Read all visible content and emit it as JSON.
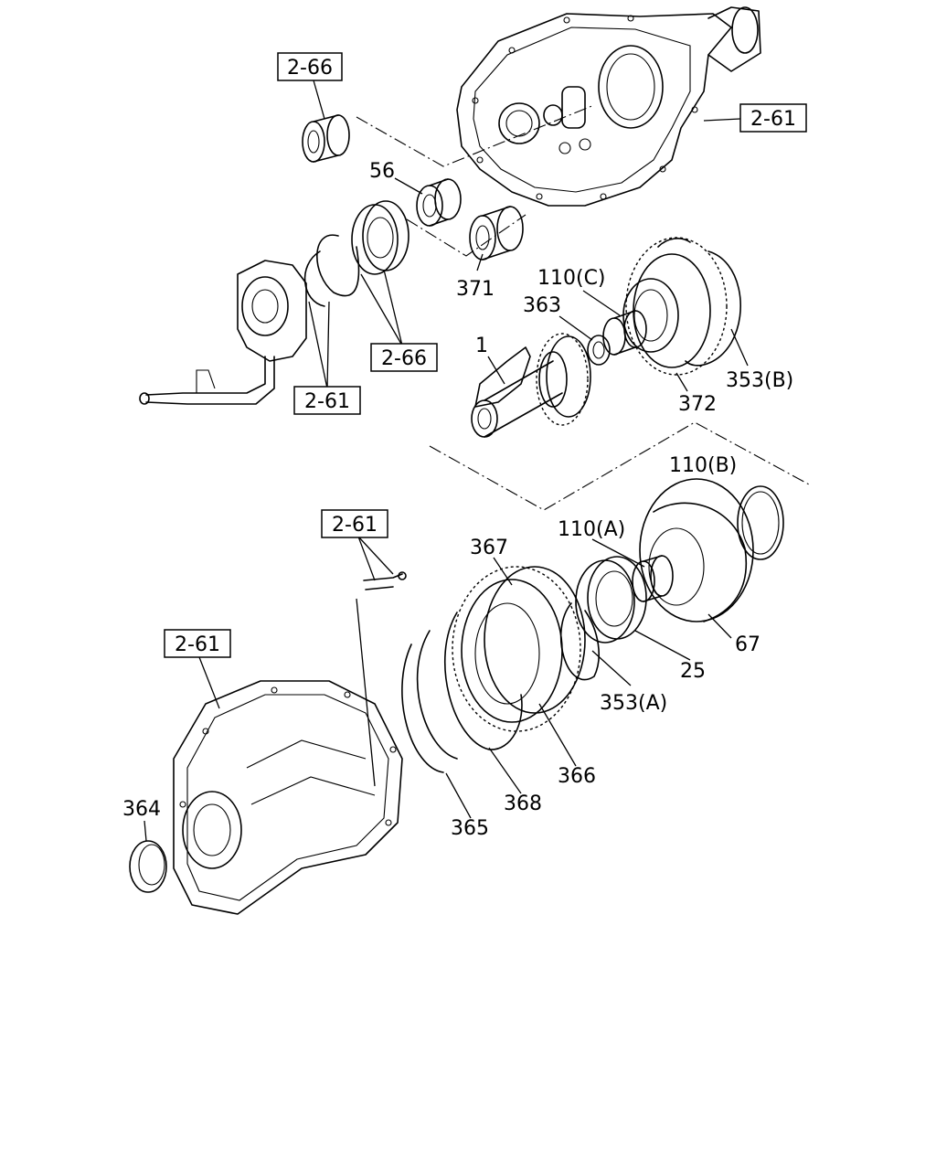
{
  "refs": [
    {
      "id": "ref-top-left",
      "text": "2-66"
    },
    {
      "id": "ref-top-right",
      "text": "2-61"
    },
    {
      "id": "ref-middle-1",
      "text": "2-66"
    },
    {
      "id": "ref-middle-2",
      "text": "2-61"
    },
    {
      "id": "ref-bolt",
      "text": "2-61"
    },
    {
      "id": "ref-case",
      "text": "2-61"
    }
  ],
  "parts": [
    {
      "id": "p56",
      "text": "56"
    },
    {
      "id": "p371",
      "text": "371"
    },
    {
      "id": "p110c",
      "text": "110(C)"
    },
    {
      "id": "p363",
      "text": "363"
    },
    {
      "id": "p1",
      "text": "1"
    },
    {
      "id": "p372",
      "text": "372"
    },
    {
      "id": "p353b",
      "text": "353(B)"
    },
    {
      "id": "p110b",
      "text": "110(B)"
    },
    {
      "id": "p110a",
      "text": "110(A)"
    },
    {
      "id": "p367",
      "text": "367"
    },
    {
      "id": "p67",
      "text": "67"
    },
    {
      "id": "p25",
      "text": "25"
    },
    {
      "id": "p353a",
      "text": "353(A)"
    },
    {
      "id": "p366",
      "text": "366"
    },
    {
      "id": "p368",
      "text": "368"
    },
    {
      "id": "p365",
      "text": "365"
    },
    {
      "id": "p364",
      "text": "364"
    }
  ]
}
